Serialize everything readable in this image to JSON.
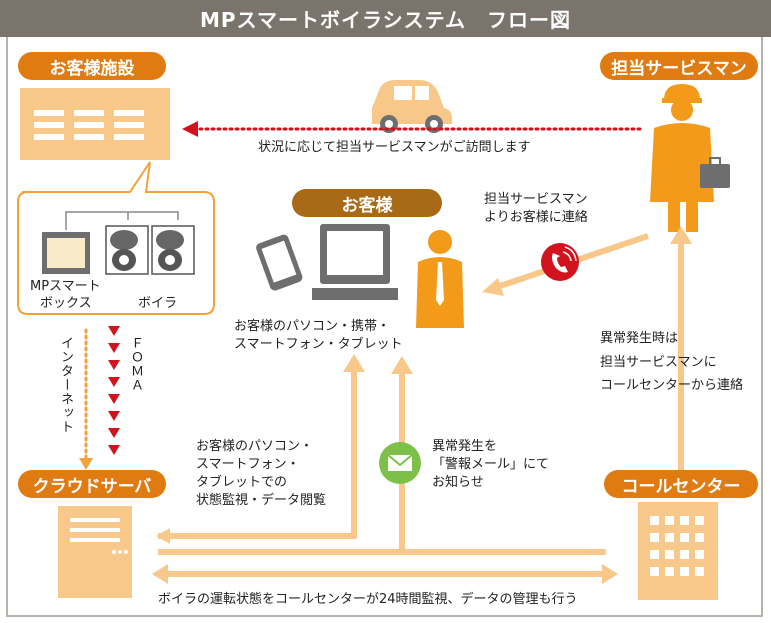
{
  "title": "MPスマートボイラシステム　フロー図",
  "labels": {
    "customer_facility": "お客様施設",
    "service_staff": "担当サービスマン",
    "customer": "お客様",
    "cloud_server": "クラウドサーバ",
    "call_center": "コールセンター"
  },
  "texts": {
    "visit": "状況に応じて担当サービスマンがご訪問します",
    "staff_contact_1": "担当サービスマン",
    "staff_contact_2": "よりお客様に連絡",
    "mp_box_1": "MPスマート",
    "mp_box_2": "ボックス",
    "boiler": "ボイラ",
    "devices_1": "お客様のパソコン・携帯・",
    "devices_2": "スマートフォン・タブレット",
    "abnormal_1": "異常発生時は",
    "abnormal_2": "担当サービスマンに",
    "abnormal_3": "コールセンターから連絡",
    "internet": "インターネット",
    "foma": "ＦＯＭＡ",
    "monitor_1": "お客様のパソコン・",
    "monitor_2": "スマートフォン・",
    "monitor_3": "タブレットでの",
    "monitor_4": "状態監視・データ閲覧",
    "alert_1": "異常発生を",
    "alert_2": "「警報メール」にて",
    "alert_3": "お知らせ",
    "bottom": "ボイラの運転状態をコールセンターが24時間監視、データの管理も行う"
  },
  "colors": {
    "title_bg": "#7a746c",
    "orange_pill": "#e07b12",
    "brown_pill": "#a86a16",
    "icon_orange": "#f39a1a",
    "light_orange": "#f8c88a",
    "gray": "#6e6e6e",
    "red": "#d0131c",
    "green": "#7cc04a"
  }
}
